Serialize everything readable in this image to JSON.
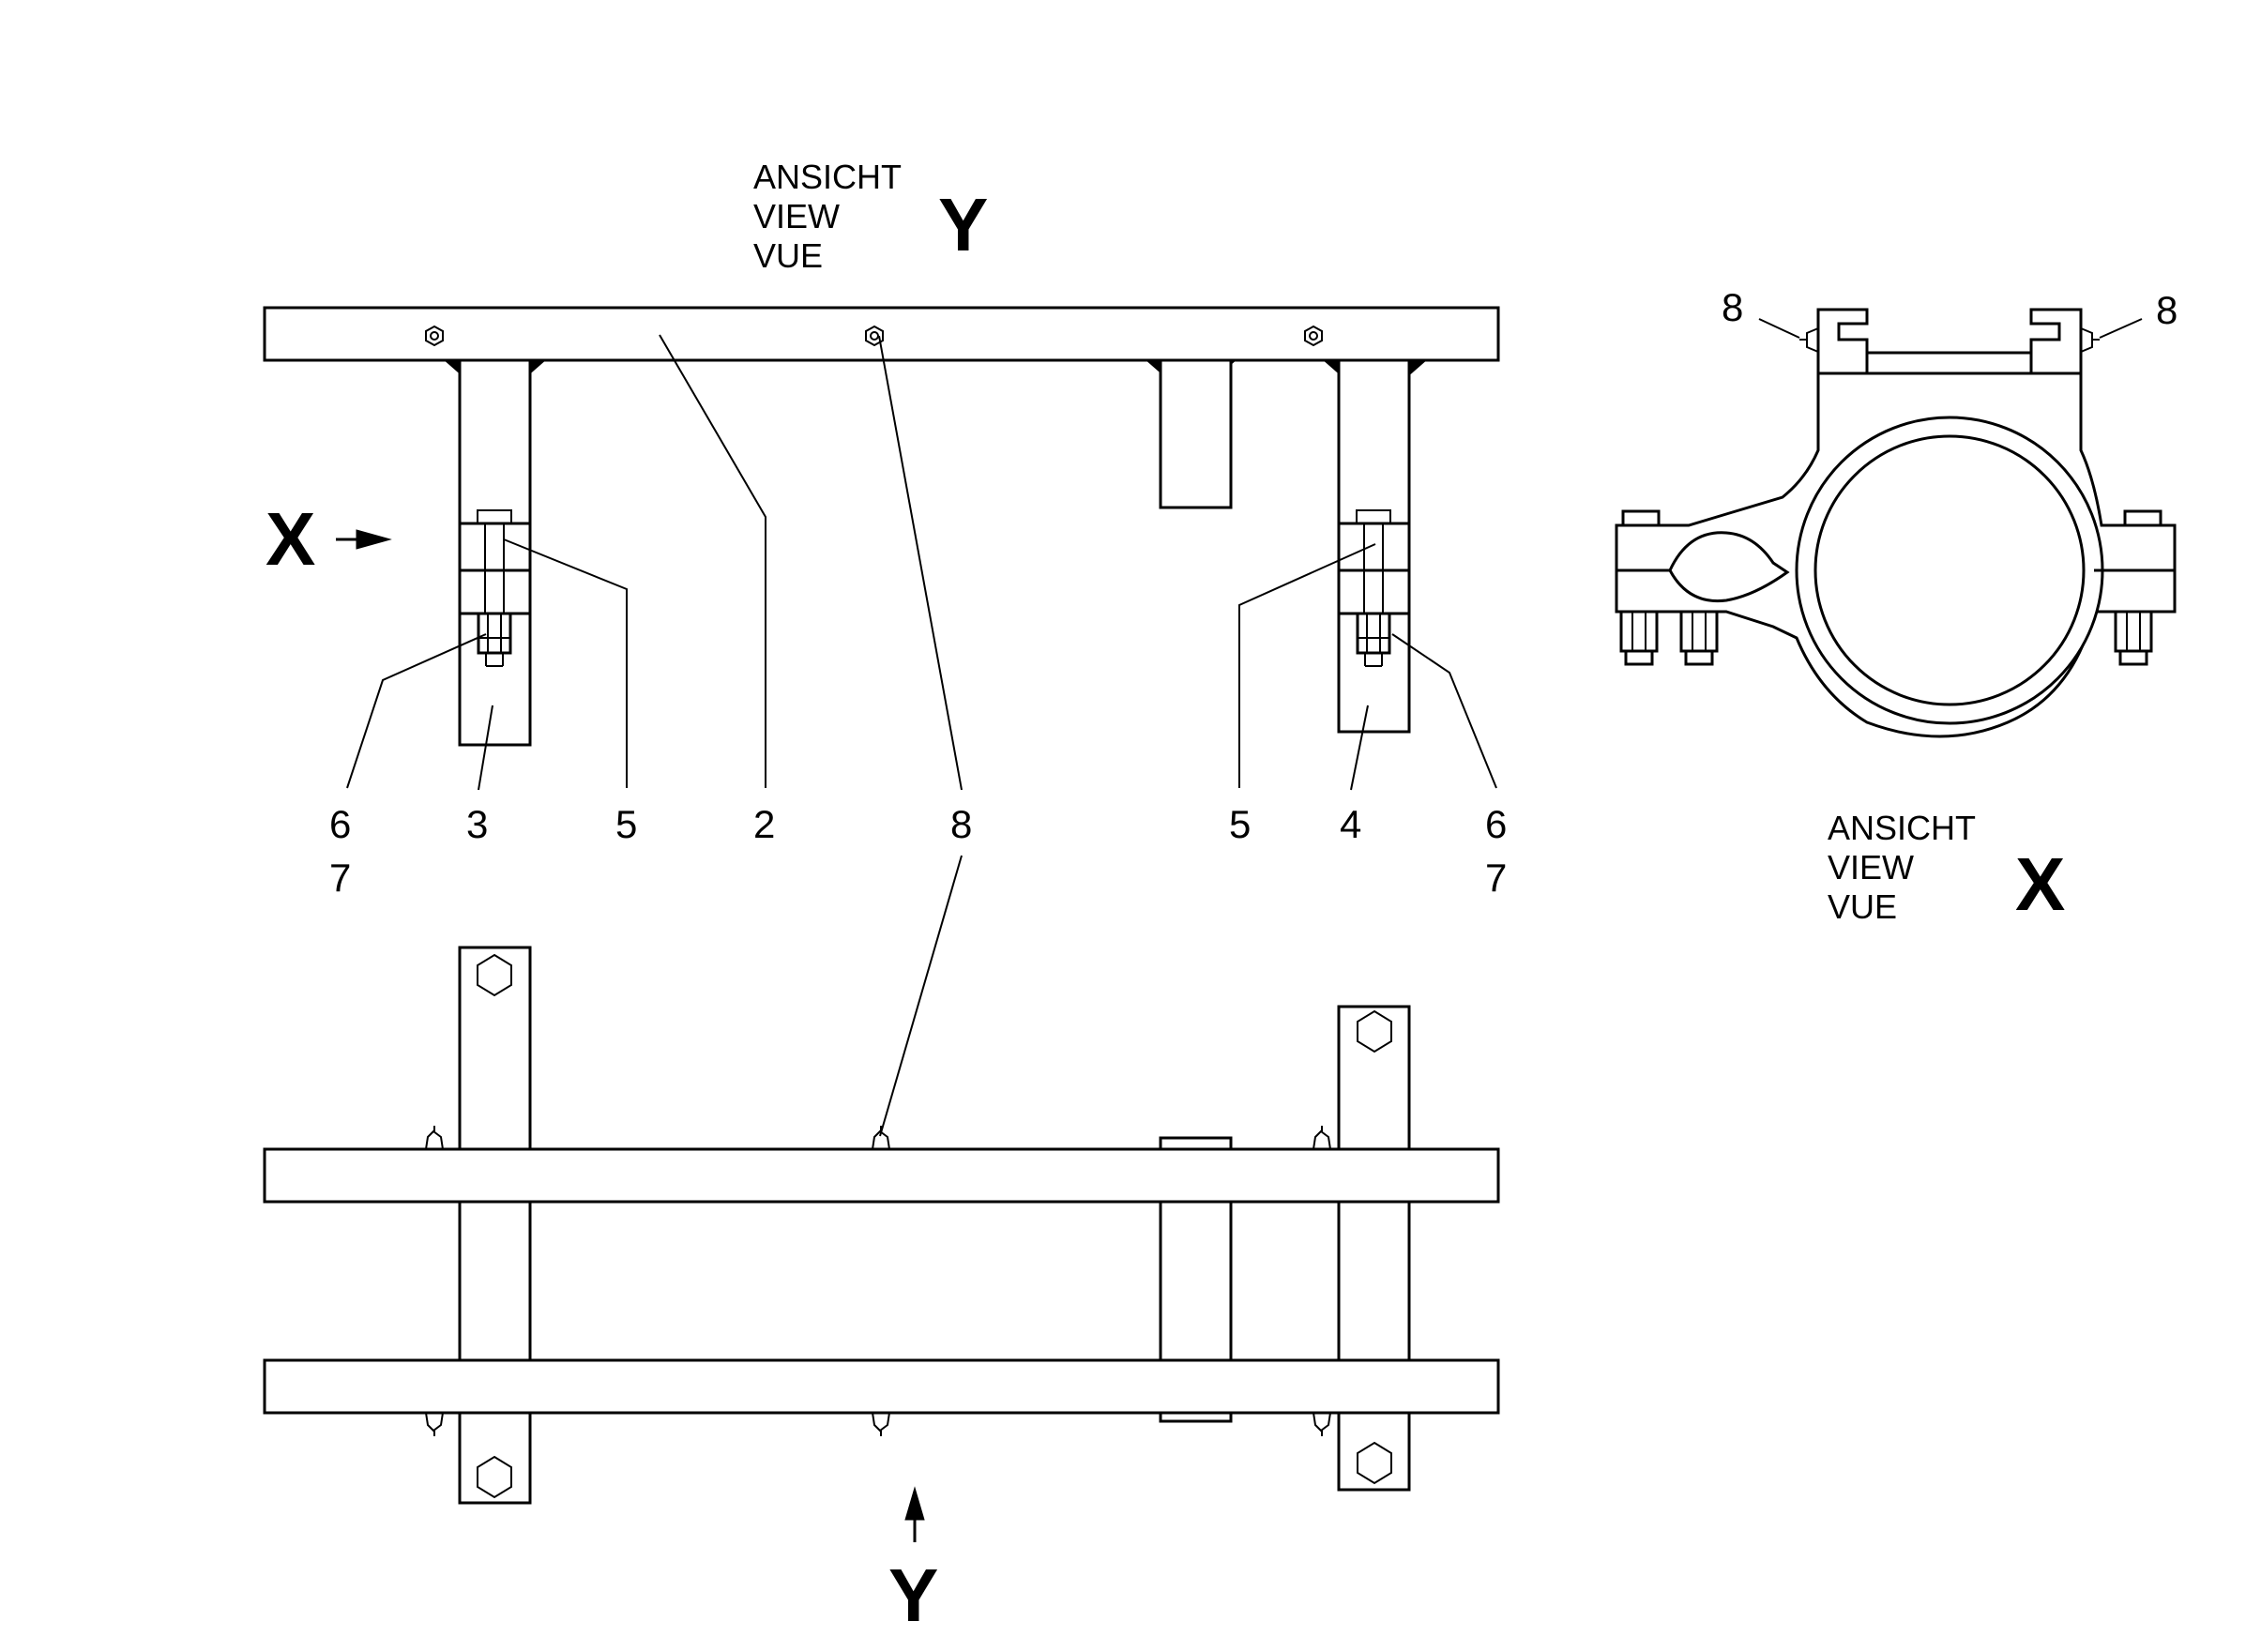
{
  "view_y_label": {
    "line1": "ANSICHT",
    "line2": "VIEW",
    "line3": "VUE",
    "letter": "Y"
  },
  "view_x_label": {
    "line1": "ANSICHT",
    "line2": "VIEW",
    "line3": "VUE",
    "letter": "X"
  },
  "direction_markers": {
    "x_arrow_letter": "X",
    "y_arrow_letter": "Y"
  },
  "callouts": {
    "c6a": "6",
    "c7a": "7",
    "c3": "3",
    "c5a": "5",
    "c2": "2",
    "c8a": "8",
    "c5b": "5",
    "c4": "4",
    "c6b": "6",
    "c7b": "7",
    "c8_left_x": "8",
    "c8_right_x": "8"
  }
}
